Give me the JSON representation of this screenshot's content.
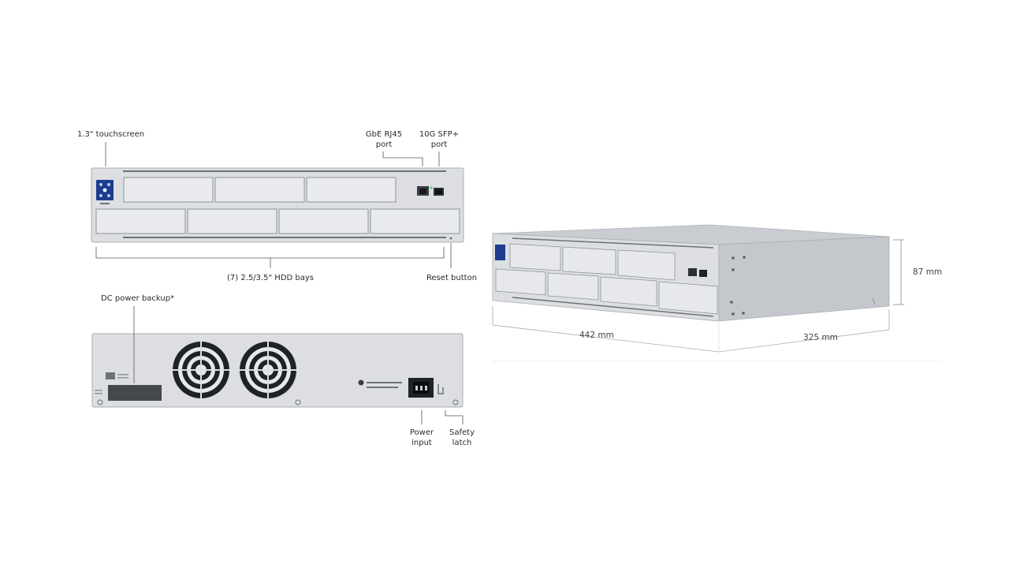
{
  "labels": {
    "touchscreen": "1.3\" touchscreen",
    "rj45_line1": "GbE RJ45",
    "rj45_line2": "port",
    "sfp_line1": "10G SFP+",
    "sfp_line2": "port",
    "hdd_bays": "(7) 2.5/3.5\" HDD bays",
    "reset": "Reset button",
    "dc_backup": "DC power backup*",
    "power_line1": "Power",
    "power_line2": "input",
    "latch_line1": "Safety",
    "latch_line2": "latch"
  },
  "dimensions": {
    "height": "87 mm",
    "width": "442 mm",
    "depth": "325 mm"
  },
  "colors": {
    "chassis": "#d9dbdf",
    "bay": "#e6e8eb",
    "outline": "#9a9ea5",
    "line": "#555555",
    "screen": "#1d3c8f"
  }
}
